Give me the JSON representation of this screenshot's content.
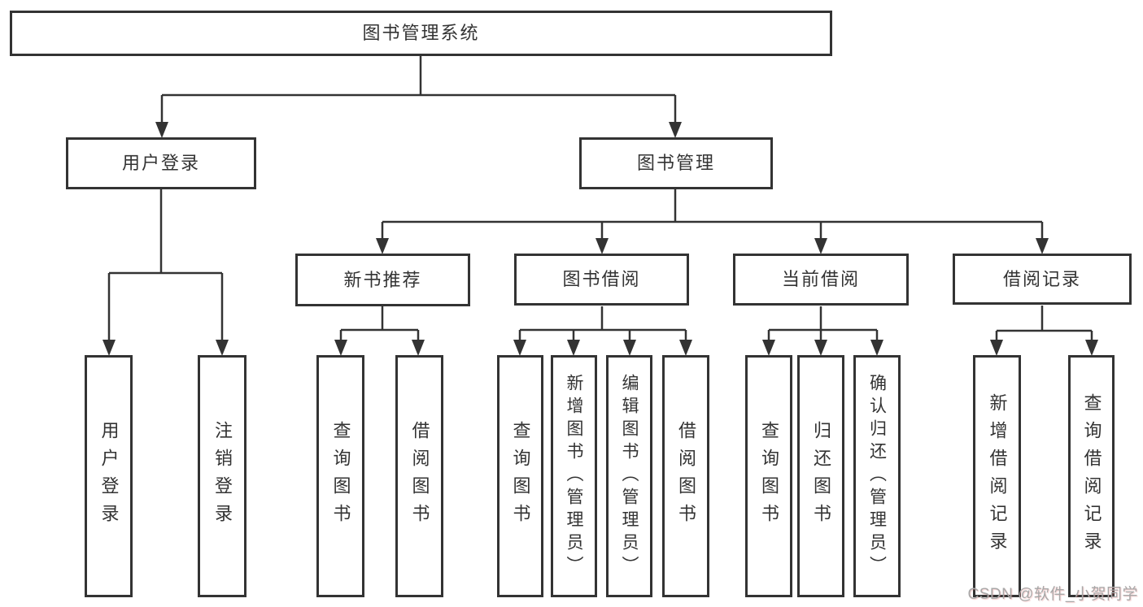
{
  "colors": {
    "background": "#ffffff",
    "line": "#333333",
    "box_border": "#333333",
    "box_fill": "#ffffff",
    "text": "#333333",
    "watermark": "#a8a8a8"
  },
  "nodes": {
    "root": {
      "label": "图书管理系统"
    },
    "user_login": {
      "label": "用户登录"
    },
    "book_mgmt": {
      "label": "图书管理"
    },
    "new_book_rec": {
      "label": "新书推荐"
    },
    "book_borrow": {
      "label": "图书借阅"
    },
    "current_borrow": {
      "label": "当前借阅"
    },
    "borrow_record": {
      "label": "借阅记录"
    },
    "leaf_user_login": {
      "label": "用户登录"
    },
    "leaf_logout": {
      "label": "注销登录"
    },
    "leaf_query_book_a": {
      "label": "查询图书"
    },
    "leaf_borrow_book_a": {
      "label": "借阅图书"
    },
    "leaf_query_book_b": {
      "label": "查询图书"
    },
    "leaf_add_book": {
      "label": "新增图书（管理员）"
    },
    "leaf_edit_book": {
      "label": "编辑图书（管理员）"
    },
    "leaf_borrow_book_b": {
      "label": "借阅图书"
    },
    "leaf_query_book_c": {
      "label": "查询图书"
    },
    "leaf_return_book": {
      "label": "归还图书"
    },
    "leaf_confirm_return": {
      "label": "确认归还（管理员）"
    },
    "leaf_add_record": {
      "label": "新增借阅记录"
    },
    "leaf_query_record": {
      "label": "查询借阅记录"
    }
  },
  "hierarchy": {
    "图书管理系统": {
      "用户登录": [
        "用户登录",
        "注销登录"
      ],
      "图书管理": {
        "新书推荐": [
          "查询图书",
          "借阅图书"
        ],
        "图书借阅": [
          "查询图书",
          "新增图书（管理员）",
          "编辑图书（管理员）",
          "借阅图书"
        ],
        "当前借阅": [
          "查询图书",
          "归还图书",
          "确认归还（管理员）"
        ],
        "借阅记录": [
          "新增借阅记录",
          "查询借阅记录"
        ]
      }
    }
  },
  "watermark": {
    "text": "CSDN @软件_小贺同学"
  }
}
